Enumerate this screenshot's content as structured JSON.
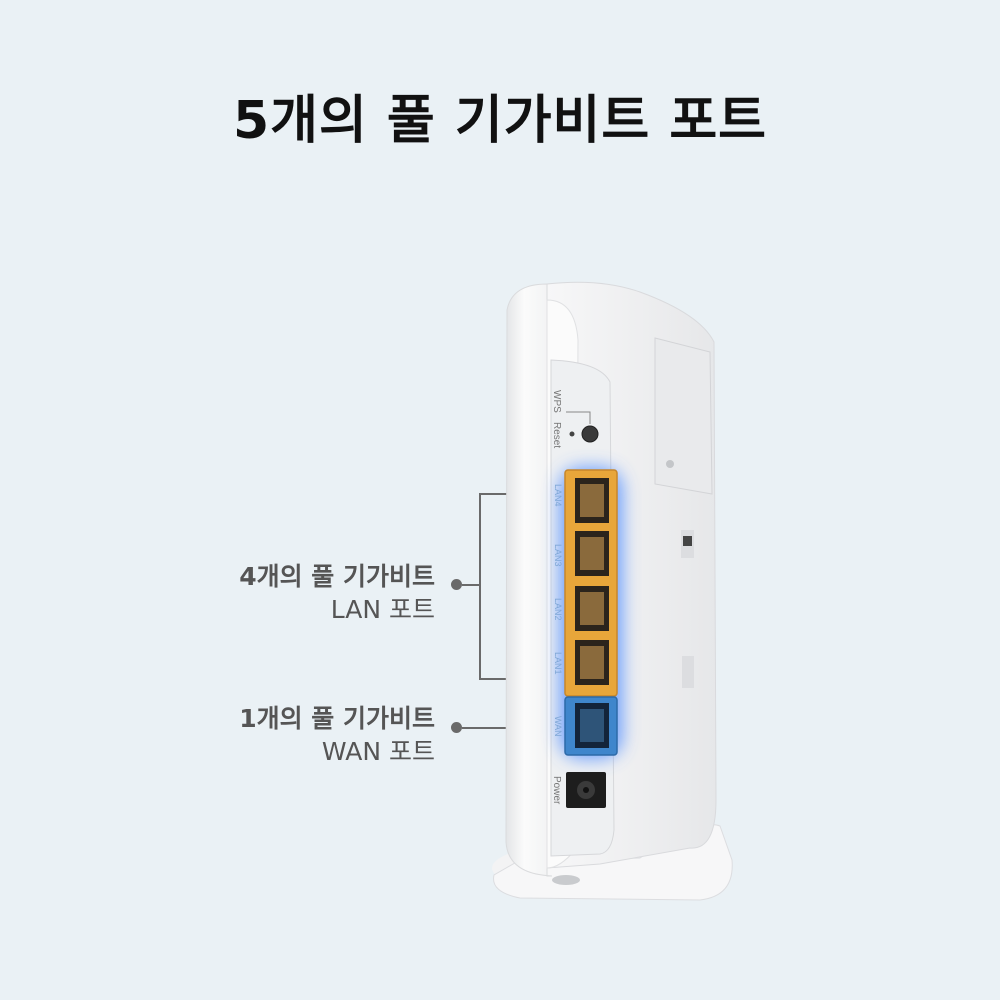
{
  "title": "5개의 풀 기가비트 포트",
  "lan_callout": {
    "line1": "4개의 풀 기가비트",
    "line2": "LAN 포트"
  },
  "wan_callout": {
    "line1": "1개의 풀 기가비트",
    "line2": "WAN 포트"
  },
  "device": {
    "button_labels": [
      "WPS",
      "Reset"
    ],
    "port_labels": [
      "LAN4",
      "LAN3",
      "LAN2",
      "LAN1",
      "WAN"
    ],
    "power_label": "Power"
  },
  "colors": {
    "lan_port": "#e8a63a",
    "wan_port": "#3f86cc",
    "glow": "#4f8cff",
    "background": "#eaf1f5"
  }
}
